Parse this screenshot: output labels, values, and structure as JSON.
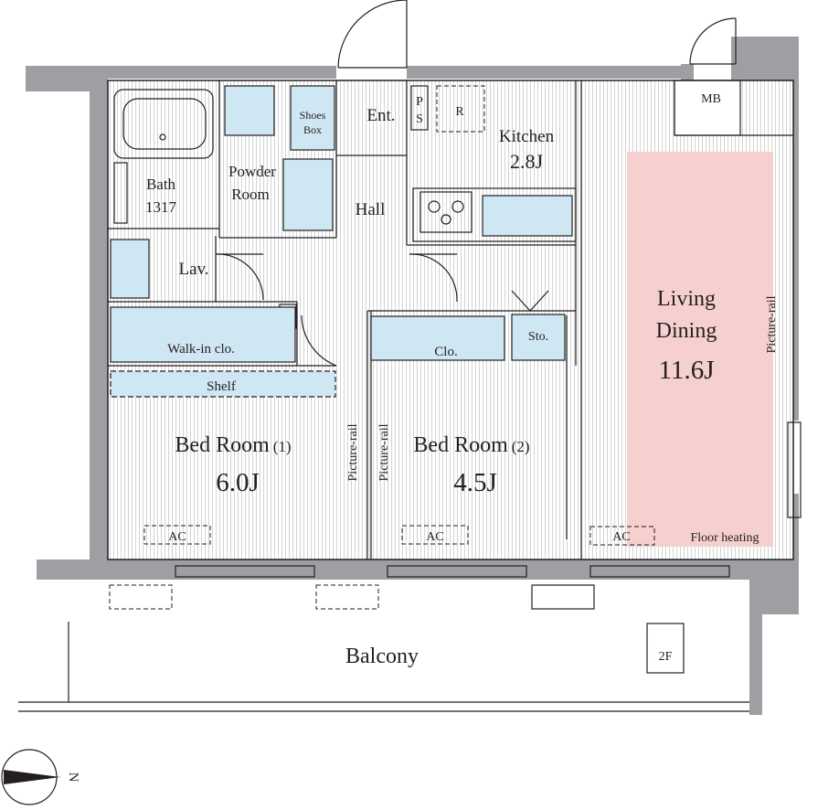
{
  "rooms": {
    "bath": {
      "name": "Bath",
      "size": "1317"
    },
    "powder": {
      "line1": "Powder",
      "line2": "Room"
    },
    "shoes_box": {
      "line1": "Shoes",
      "line2": "Box"
    },
    "entrance": "Ent.",
    "hall": "Hall",
    "lav": "Lav.",
    "kitchen": {
      "name": "Kitchen",
      "size": "2.8J"
    },
    "living_dining": {
      "line1": "Living",
      "line2": "Dining",
      "size": "11.6J"
    },
    "walk_in_closet": "Walk-in clo.",
    "shelf": "Shelf",
    "closet": "Clo.",
    "storage": "Sto.",
    "bedroom1": {
      "name": "Bed Room",
      "num": "(1)",
      "size": "6.0J"
    },
    "bedroom2": {
      "name": "Bed Room",
      "num": "(2)",
      "size": "4.5J"
    },
    "balcony": "Balcony",
    "meter_box": "MB"
  },
  "labels": {
    "picture_rail": "Picture-rail",
    "ac": "AC",
    "pipe_space_top": "P",
    "pipe_space_bottom": "S",
    "floor_heating": "Floor heating",
    "refrigerator": "R",
    "floor_level": "2F",
    "compass": "N"
  },
  "colors": {
    "wall": "#9d9fa2",
    "built_in_fixture": "#cfe6f3",
    "floor_heating_area": "#f6cfcf",
    "line": "#231f20"
  }
}
